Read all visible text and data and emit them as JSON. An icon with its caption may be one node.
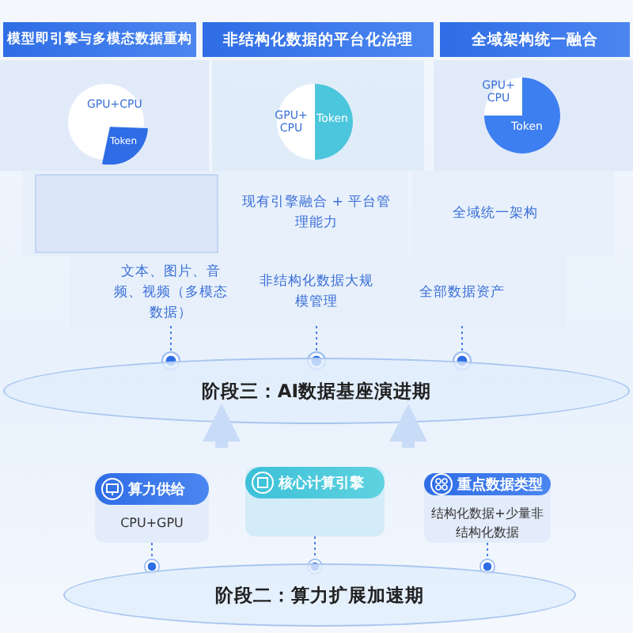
{
  "diagram": {
    "nodes": [
      {
        "text": [
          "模型即引擎与多模态数据重构"
        ]
      },
      {
        "text": [
          "非结构化数据的平台化治理"
        ]
      },
      {
        "text": [
          "全域架构统一融合"
        ]
      },
      {
        "text": [
          "GPU+CPU",
          "Token"
        ]
      },
      {
        "text": [
          "GPU+ CPU",
          "Token"
        ]
      },
      {
        "text": [
          "GPU+ CPU",
          "Token"
        ]
      },
      {
        "text": [],
        "shape": "box"
      },
      {
        "text": [
          "现有引擎融合 + 平台管理能力"
        ]
      },
      {
        "text": [
          "全域统一架构"
        ]
      },
      {
        "text": [
          "文本、图片、音频、视频（多模态数据）"
        ]
      },
      {
        "text": [
          "非结构化数据大规模管理"
        ]
      },
      {
        "text": [
          "全部数据资产"
        ]
      },
      {
        "text": [],
        "shape": "circle"
      },
      {
        "text": [],
        "shape": "circle"
      },
      {
        "text": [],
        "shape": "circle"
      },
      {
        "text": [
          "阶段三：AI数据基座演进期"
        ]
      },
      {
        "text": [
          "算力供给",
          "CPU+GPU"
        ]
      },
      {
        "text": [
          "核心计算引擎"
        ]
      },
      {
        "text": [
          "重点数据类型",
          "结构化数据+少量非结构化数据"
        ]
      },
      {
        "text": [],
        "shape": "circle"
      },
      {
        "text": [],
        "shape": "circle"
      },
      {
        "text": [],
        "shape": "circle"
      },
      {
        "text": [
          "阶段二：算力扩展加速期"
        ]
      }
    ],
    "edges": [
      {
        "from": 9,
        "to": 12,
        "arrow": "none",
        "style": "dashed"
      },
      {
        "from": 10,
        "to": 13,
        "arrow": "none",
        "style": "dashed"
      },
      {
        "from": 11,
        "to": 14,
        "arrow": "none",
        "style": "dashed"
      },
      {
        "from": null,
        "to": 15,
        "arrow": "to",
        "style": "thick",
        "color": "#c9dcf7"
      },
      {
        "from": null,
        "to": 15,
        "arrow": "to",
        "style": "thick",
        "color": "#c9dcf7"
      },
      {
        "from": 16,
        "to": 19,
        "arrow": "none",
        "style": "dashed"
      },
      {
        "from": 17,
        "to": 20,
        "arrow": "none",
        "style": "dashed"
      },
      {
        "from": 18,
        "to": 21,
        "arrow": "none",
        "style": "dashed"
      }
    ]
  }
}
